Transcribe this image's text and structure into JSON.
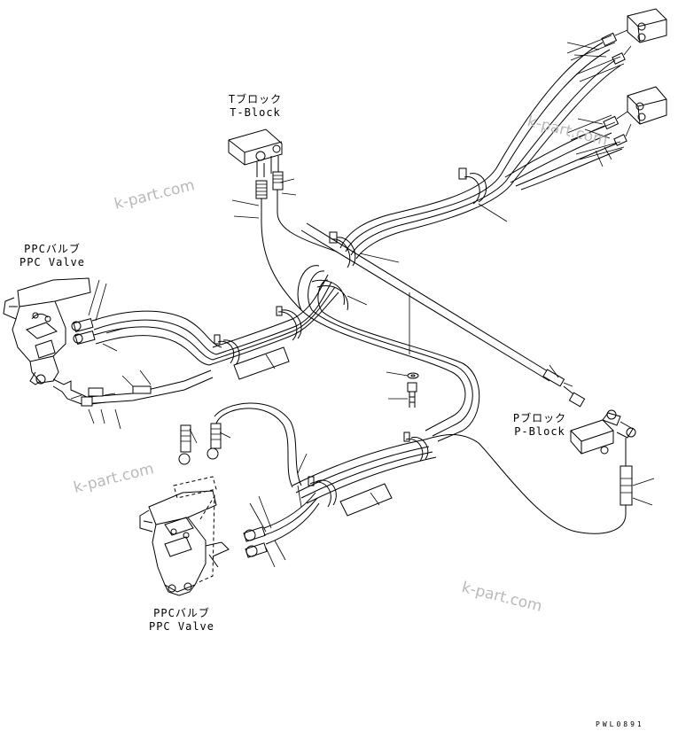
{
  "labels": {
    "t_block_jp": "Tブロック",
    "t_block_en": "T-Block",
    "ppc_valve_top_jp": "PPCバルブ",
    "ppc_valve_top_en": "PPC Valve",
    "p_block_jp": "Pブロック",
    "p_block_en": "P-Block",
    "ppc_valve_bottom_jp": "PPCバルブ",
    "ppc_valve_bottom_en": "PPC Valve"
  },
  "watermarks": [
    "k-part.com",
    "k-part.com",
    "k-part.com",
    "k-part.com"
  ],
  "drawing_code": "PWL0891"
}
